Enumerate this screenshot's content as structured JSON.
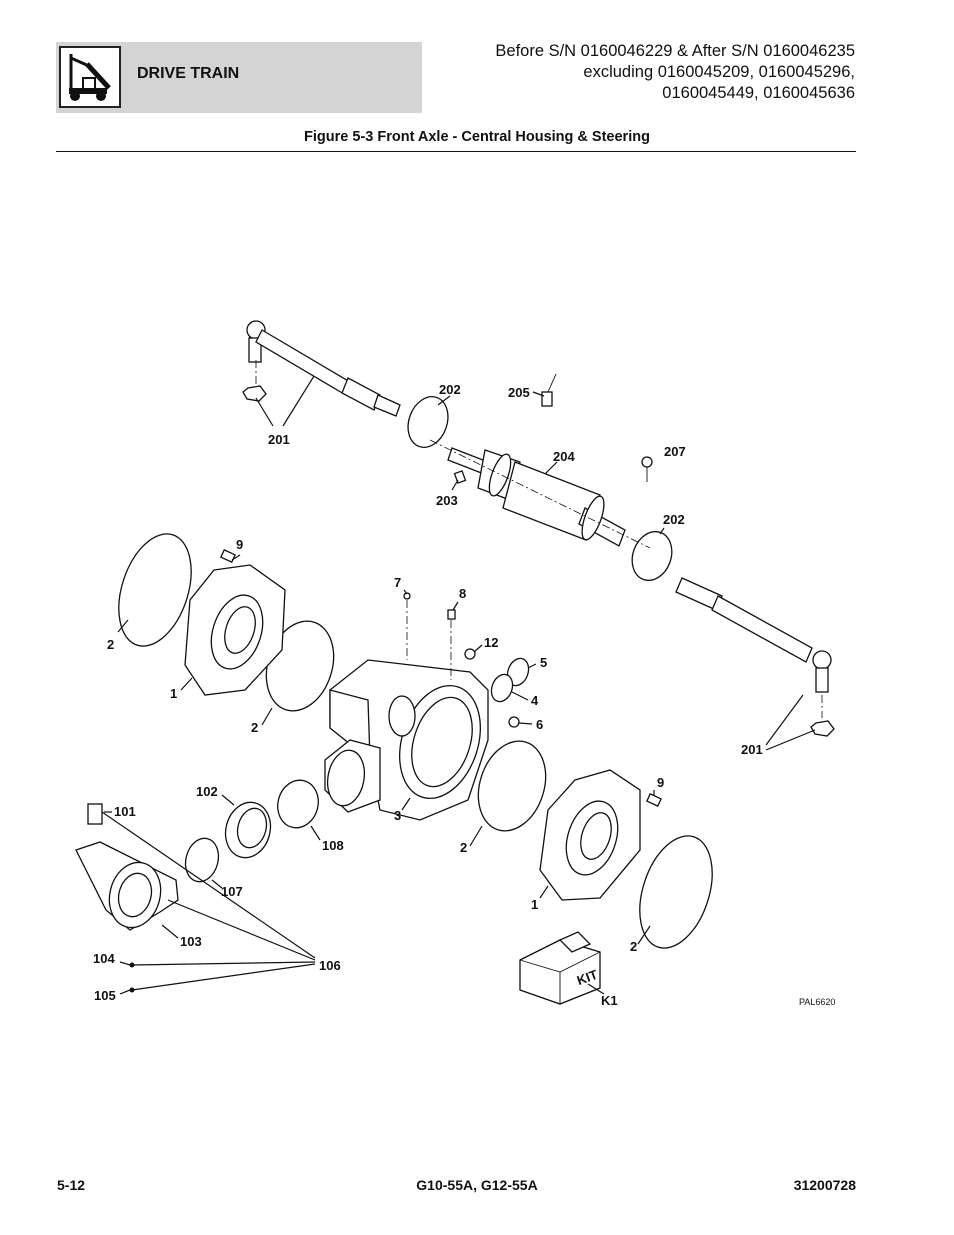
{
  "header": {
    "section_title": "DRIVE TRAIN",
    "logo_icon": "telehandler-icon",
    "serial_lines": [
      "Before S/N 0160046229 & After S/N 0160046235",
      "excluding 0160045209, 0160045296,",
      "0160045449, 0160045636"
    ]
  },
  "figure_title": "Figure 5-3 Front Axle - Central Housing & Steering",
  "callouts": {
    "c201a": "201",
    "c202a": "202",
    "c205": "205",
    "c204": "204",
    "c207": "207",
    "c203": "203",
    "c202b": "202",
    "c9a": "9",
    "c2a": "2",
    "c7": "7",
    "c8": "8",
    "c12": "12",
    "c5": "5",
    "c4": "4",
    "c6": "6",
    "c1a": "1",
    "c2b": "2",
    "c201b": "201",
    "c9b": "9",
    "c102": "102",
    "c101": "101",
    "c3": "3",
    "c108": "108",
    "c2c": "2",
    "c107": "107",
    "c1b": "1",
    "c103": "103",
    "c2d": "2",
    "c104": "104",
    "c106": "106",
    "c105": "105",
    "ck1": "K1"
  },
  "kit_label": "KIT",
  "illustration_code": "PAL6620",
  "footer": {
    "page": "5-12",
    "model": "G10-55A, G12-55A",
    "doc_number": "31200728"
  }
}
